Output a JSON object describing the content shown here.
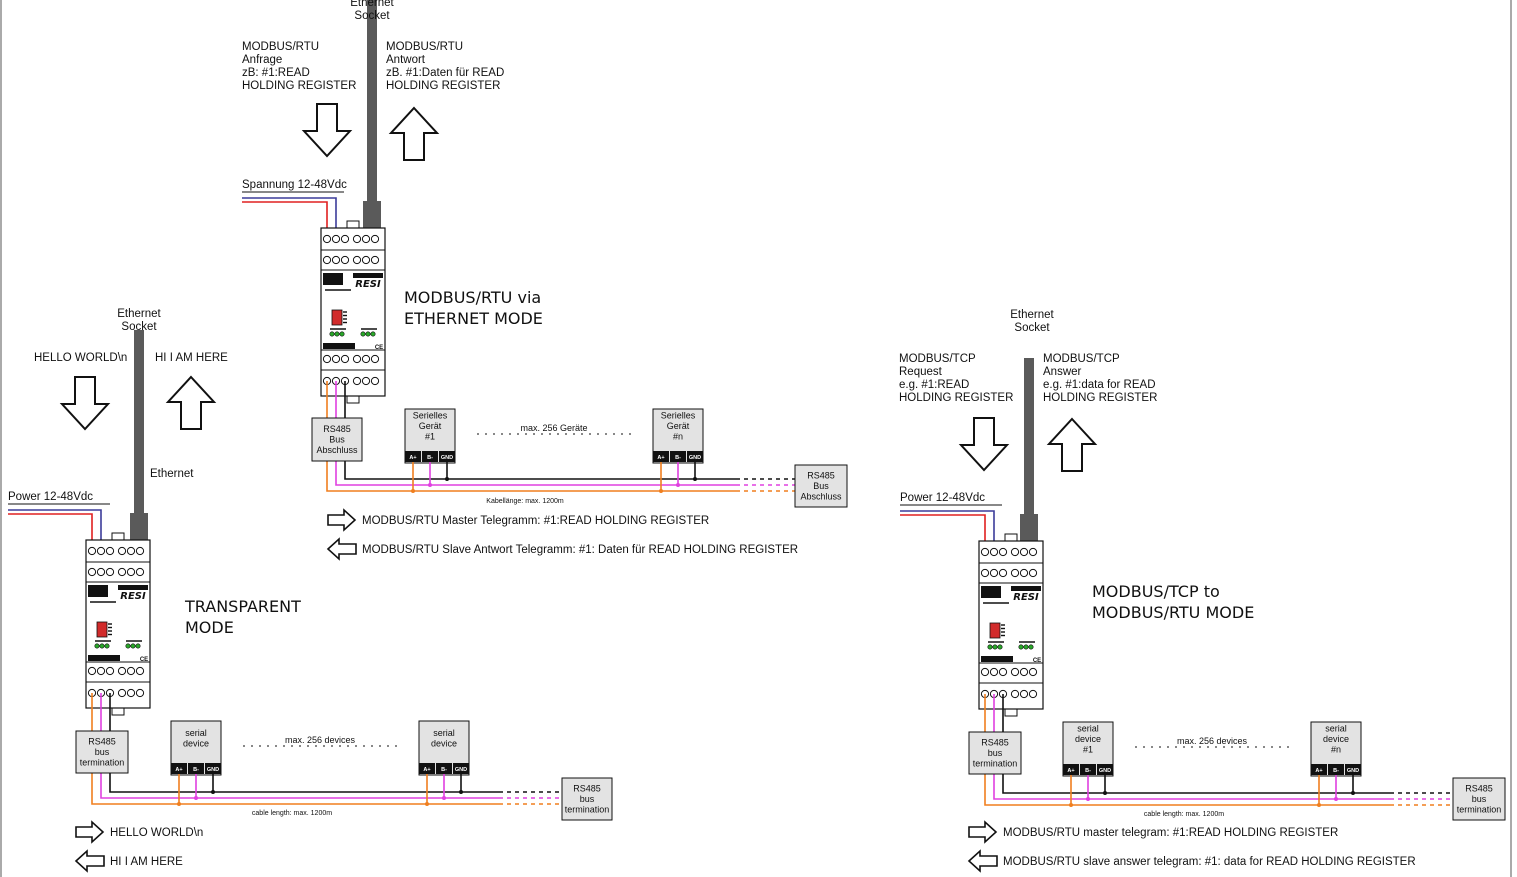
{
  "colors": {
    "power_pos": "#e02020",
    "power_neg": "#3c3c9a",
    "line_a": "#f07f1f",
    "line_b": "#e040e0",
    "line_gnd": "#111111"
  },
  "top": {
    "socket_label_1": "Ethernet",
    "socket_label_2": "Socket",
    "request": [
      "MODBUS/RTU",
      "Anfrage",
      "zB: #1:READ",
      "HOLDING REGISTER"
    ],
    "response": [
      "MODBUS/RTU",
      "Antwort",
      "zB. #1:Daten für READ",
      "HOLDING REGISTER"
    ],
    "power_label": "Spannung 12-48Vdc",
    "mode_title": [
      "MODBUS/RTU via",
      "ETHERNET MODE"
    ],
    "termination_left": [
      "RS485",
      "Bus",
      "Abschluss"
    ],
    "device_1": [
      "Serielles",
      "Gerät",
      "#1"
    ],
    "device_n": [
      "Serielles",
      "Gerät",
      "#n"
    ],
    "max_devices": "max. 256 Geräte",
    "termination_right": [
      "RS485",
      "Bus",
      "Abschluss"
    ],
    "cable_length": "Kabellänge: max. 1200m",
    "legend_send": "MODBUS/RTU Master Telegramm: #1:READ HOLDING REGISTER",
    "legend_recv": "MODBUS/RTU Slave Antwort Telegramm: #1: Daten für READ HOLDING REGISTER"
  },
  "left": {
    "socket_label_1": "Ethernet",
    "socket_label_2": "Socket",
    "send_text": "HELLO WORLD\\n",
    "recv_text": "HI I AM HERE",
    "ethernet_label": "Ethernet",
    "power_label": "Power 12-48Vdc",
    "mode_title": [
      "TRANSPARENT",
      "MODE"
    ],
    "termination_left": [
      "RS485",
      "bus",
      "termination"
    ],
    "device_1": [
      "serial",
      "device"
    ],
    "device_n": [
      "serial",
      "device"
    ],
    "max_devices": "max. 256 devices",
    "termination_right": [
      "RS485",
      "bus",
      "termination"
    ],
    "cable_length": "cable length: max. 1200m",
    "legend_send": "HELLO WORLD\\n",
    "legend_recv": "HI I AM HERE"
  },
  "right": {
    "socket_label_1": "Ethernet",
    "socket_label_2": "Socket",
    "request": [
      "MODBUS/TCP",
      "Request",
      "e.g. #1:READ",
      "HOLDING REGISTER"
    ],
    "response": [
      "MODBUS/TCP",
      "Answer",
      "e.g. #1:data for READ",
      "HOLDING REGISTER"
    ],
    "power_label": "Power 12-48Vdc",
    "mode_title": [
      "MODBUS/TCP to",
      "MODBUS/RTU MODE"
    ],
    "termination_left": [
      "RS485",
      "bus",
      "termination"
    ],
    "device_1": [
      "serial",
      "device",
      "#1"
    ],
    "device_n": [
      "serial",
      "device",
      "#n"
    ],
    "max_devices": "max. 256 devices",
    "termination_right": [
      "RS485",
      "bus",
      "termination"
    ],
    "cable_length": "cable length: max. 1200m",
    "legend_send": "MODBUS/RTU master telegram: #1:READ HOLDING REGISTER",
    "legend_recv": "MODBUS/RTU slave answer telegram: #1: data for READ HOLDING REGISTER"
  },
  "terminals": {
    "a": "A+",
    "b": "B-",
    "gnd": "GND",
    "logo": "RESI",
    "ce": "CE"
  }
}
